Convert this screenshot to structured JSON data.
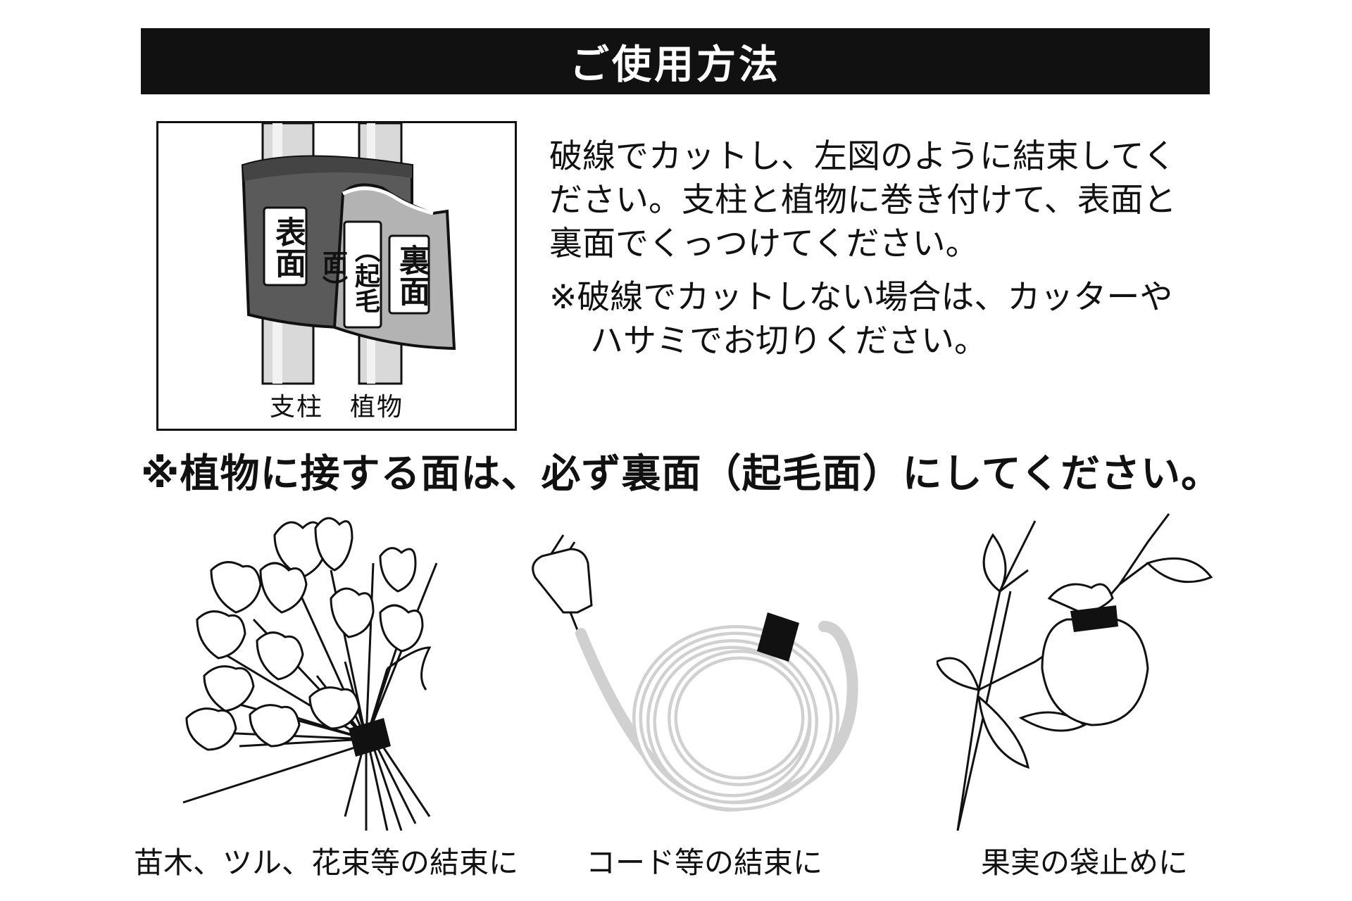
{
  "header": {
    "title": "ご使用方法"
  },
  "diagram": {
    "front_label": "表面",
    "back_label": "裏面",
    "back_sub_label": "（起毛面）",
    "caption": "支柱　植物",
    "colors": {
      "front": "#5a5a5a",
      "back": "#b3b3b3",
      "pole": "#d9d9d9",
      "outline": "#111111"
    }
  },
  "instructions": {
    "main": "破線でカットし、左図のように結束してください。支柱と植物に巻き付けて、表面と裏面でくっつけてください。",
    "note": "※破線でカットしない場合は、カッターやハサミでお切りください。"
  },
  "warning": "※植物に接する面は、必ず裏面（起毛面）にしてください。",
  "uses": [
    {
      "label": "苗木、ツル、花束等の結束に",
      "icon": "tulip-bouquet-icon"
    },
    {
      "label": "コード等の結束に",
      "icon": "coiled-cord-icon"
    },
    {
      "label": "果実の袋止めに",
      "icon": "fruit-bag-icon"
    }
  ]
}
